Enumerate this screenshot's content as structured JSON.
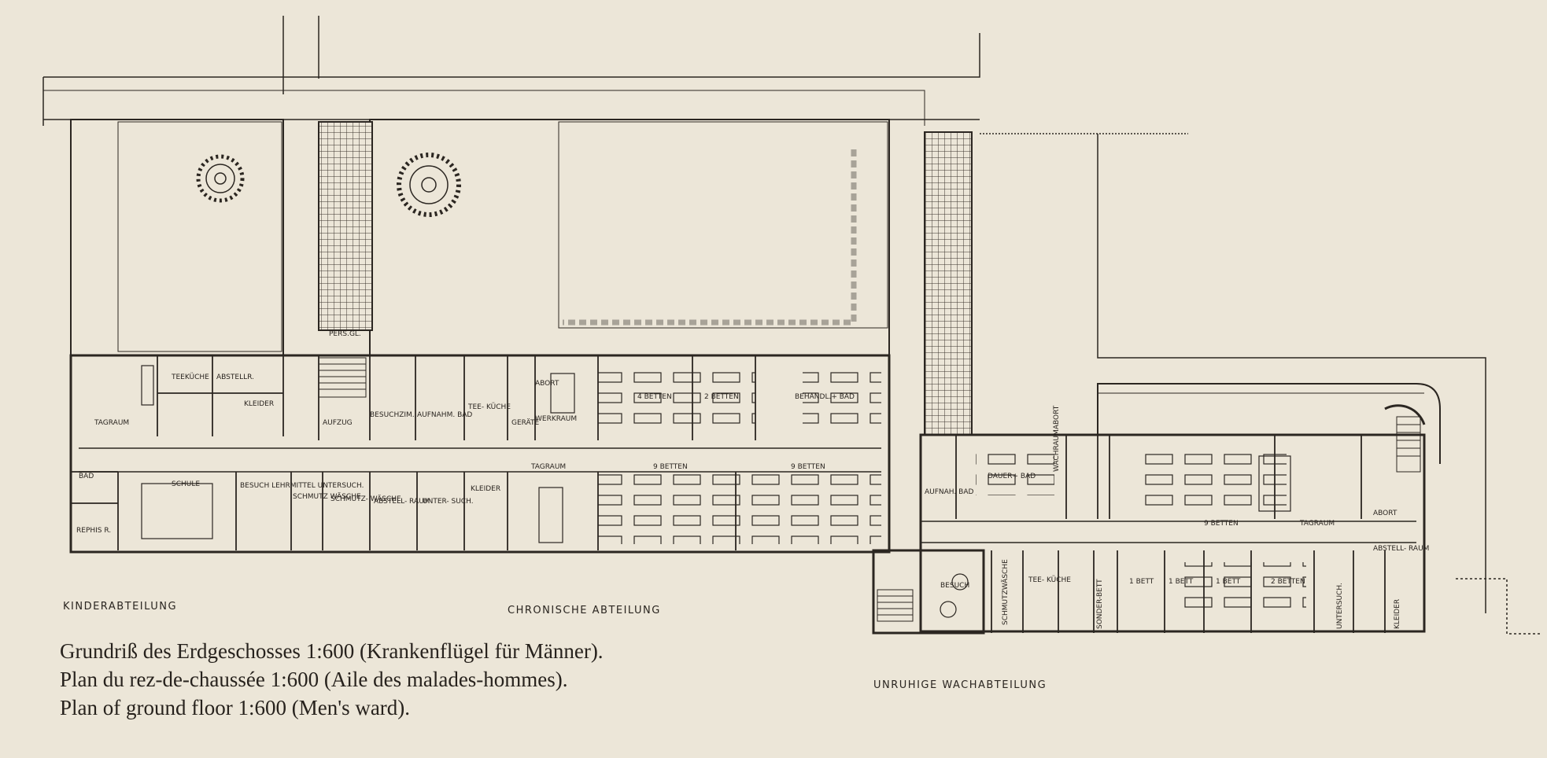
{
  "departments": {
    "kinder": "KINDERABTEILUNG",
    "chronisch": "CHRONISCHE ABTEILUNG",
    "unruhig": "UNRUHIGE WACHABTEILUNG"
  },
  "caption": {
    "de": "Grundriß des Erdgeschosses 1:600 (Krankenflügel für Männer).",
    "fr": "Plan du rez-de-chaussée 1:600 (Aile des malades-hommes).",
    "en": "Plan of ground floor 1:600 (Men's ward)."
  },
  "rooms": {
    "teekueche_1": "TEEKÜCHE",
    "abstellr_1": "ABSTELLR.",
    "kleider_1": "KLEIDER",
    "tagraum_1": "TAGRAUM",
    "bad_1": "BAD",
    "schule": "SCHULE",
    "besuch_lehrmittel": "BESUCH LEHRMITTEL UNTERSUCH.",
    "schmutzwaesche_1": "SCHMUTZ WÄSCHE",
    "rephis": "REPHIS R.",
    "persgl": "PERS.GL.",
    "aufzug": "AUFZUG",
    "besuchszim": "BESUCHZIM.",
    "aufnahmebad_1": "AUFNAHM. BAD",
    "teekueche_2": "TEE- KÜCHE",
    "geraete": "GERÄTE",
    "abort_1": "ABORT",
    "werkraum": "WERKRAUM",
    "betten4": "4 BETTEN",
    "betten2": "2 BETTEN",
    "behandl_bad": "BEHANDL.+ BAD",
    "schmutzwaesche_2": "SCHMUTZ- WÄSCHE",
    "abstellraum_1": "ABSTELL- RAUM",
    "untersuch_1": "UNTER- SUCH.",
    "kleider_2": "KLEIDER",
    "tagraum_2": "TAGRAUM",
    "betten9_a": "9 BETTEN",
    "betten9_b": "9 BETTEN",
    "aufnahmebad_2": "AUFNAH. BAD",
    "dauerbad": "DAUER+ BAD",
    "wachraumabort": "WACHRAUMABORT",
    "betten9_c": "9 BETTEN",
    "tagraum_3": "TAGRAUM",
    "abort_2": "ABORT",
    "abstellraum_2": "ABSTELL- RAUM",
    "besuch": "BESUCH",
    "schmutzwaesche_3": "SCHMUTZWÄSCHE",
    "teekueche_3": "TEE- KÜCHE",
    "sonderbett": "SONDER-BETT",
    "bett1_a": "1 BETT",
    "bett1_b": "1 BETT",
    "bett1_c": "1 BETT",
    "betten2_b": "2 BETTEN",
    "untersuch_2": "UNTERSUCH.",
    "kleider_3": "KLEIDER"
  }
}
